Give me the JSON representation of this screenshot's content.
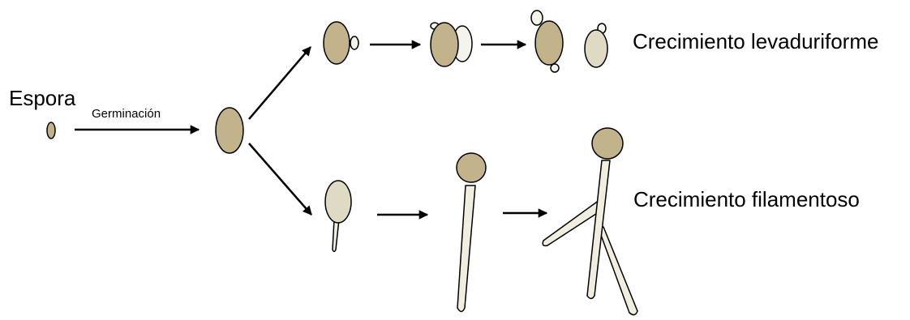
{
  "labels": {
    "spore": "Espora",
    "germination": "Germinación",
    "yeast_growth": "Crecimiento levaduriforme",
    "filamentous_growth": "Crecimiento filamentoso"
  },
  "colors": {
    "mother_cell": "#c2b38b",
    "light_cell": "#dedac4",
    "hypha": "#f1eedf",
    "bud": "#f4f3ec",
    "outline": "#000000",
    "arrow": "#000000"
  }
}
